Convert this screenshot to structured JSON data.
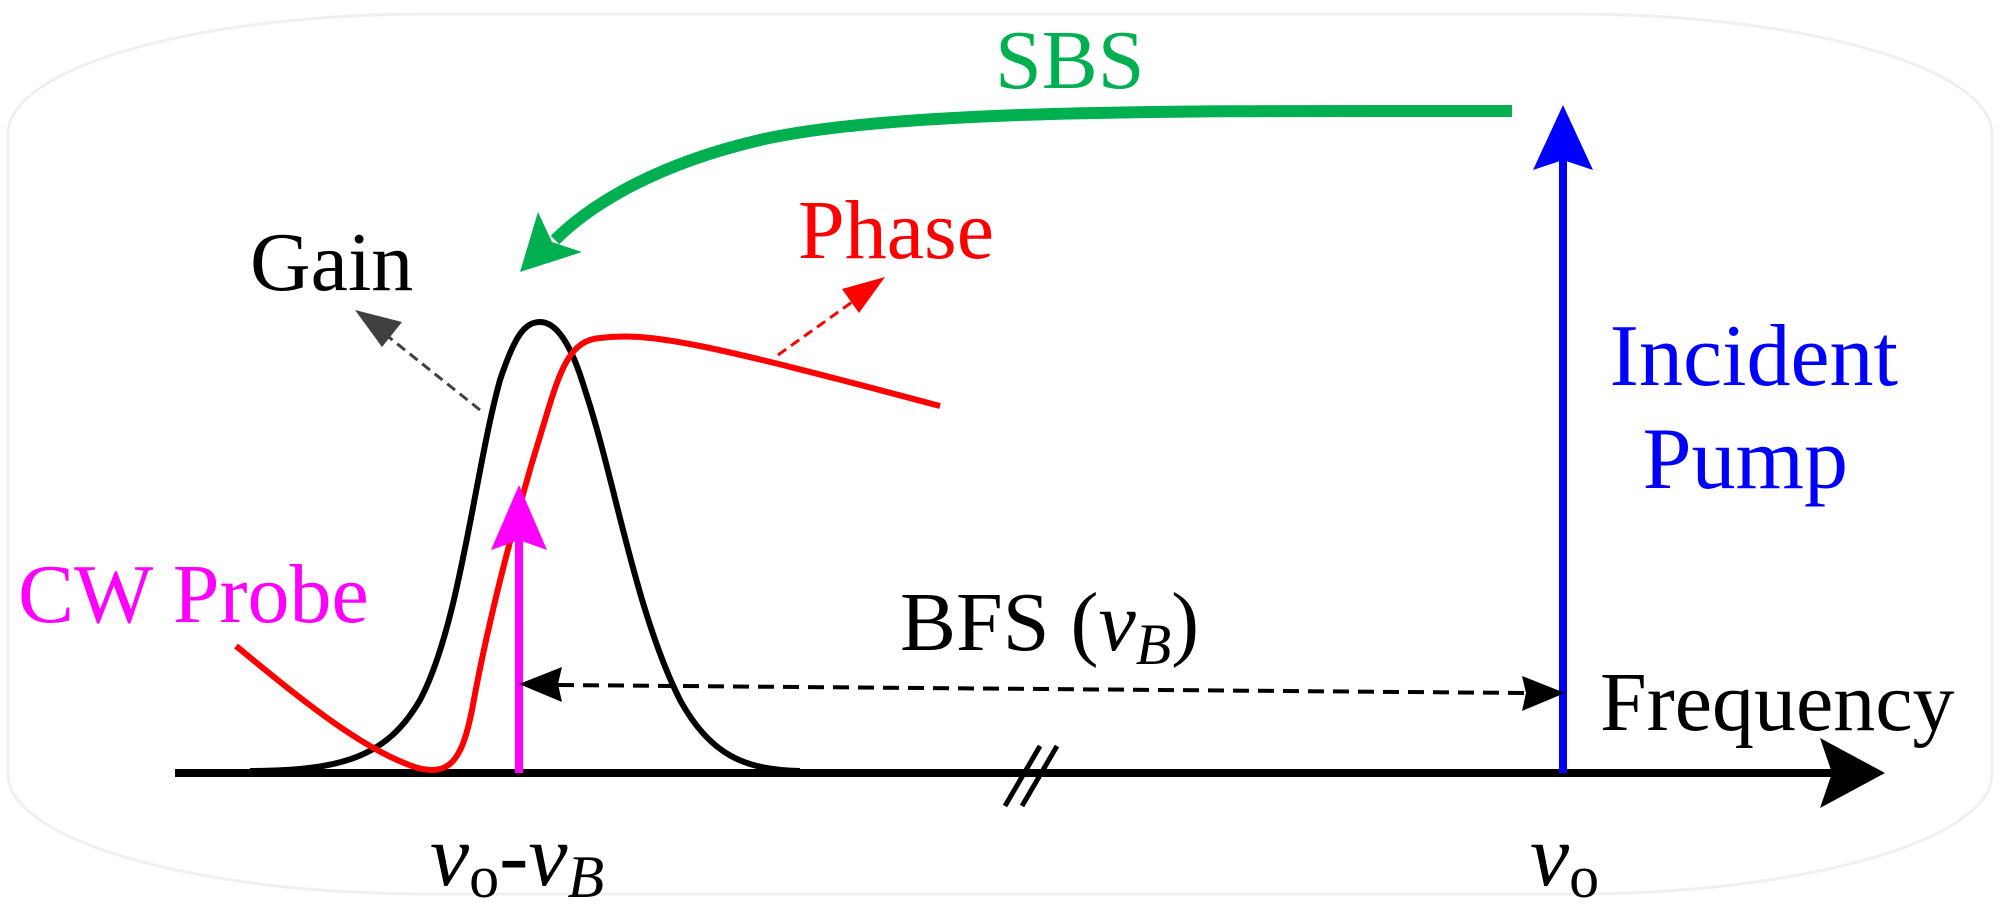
{
  "labels": {
    "sbs": "SBS",
    "gain": "Gain",
    "phase": "Phase",
    "incident_pump_line1": "Incident",
    "incident_pump_line2": "Pump",
    "cw_probe": "CW Probe",
    "bfs_prefix": "BFS (",
    "bfs_nu": "ν",
    "bfs_sub": "B",
    "bfs_suffix": ")",
    "frequency": "Frequency",
    "tick_left_nu1": "ν",
    "tick_left_sub1": "o",
    "tick_left_dash": "-",
    "tick_left_nu2": "ν",
    "tick_left_sub2": "B",
    "tick_right_nu": "ν",
    "tick_right_sub": "o"
  },
  "colors": {
    "sbs": "#00b050",
    "phase": "#ff0000",
    "pump": "#0000ff",
    "probe": "#ff00ff",
    "axis": "#000000",
    "gain": "#000000",
    "pointer": "#404040"
  },
  "icons": {
    "axis_break": "double-slash-break-icon"
  }
}
